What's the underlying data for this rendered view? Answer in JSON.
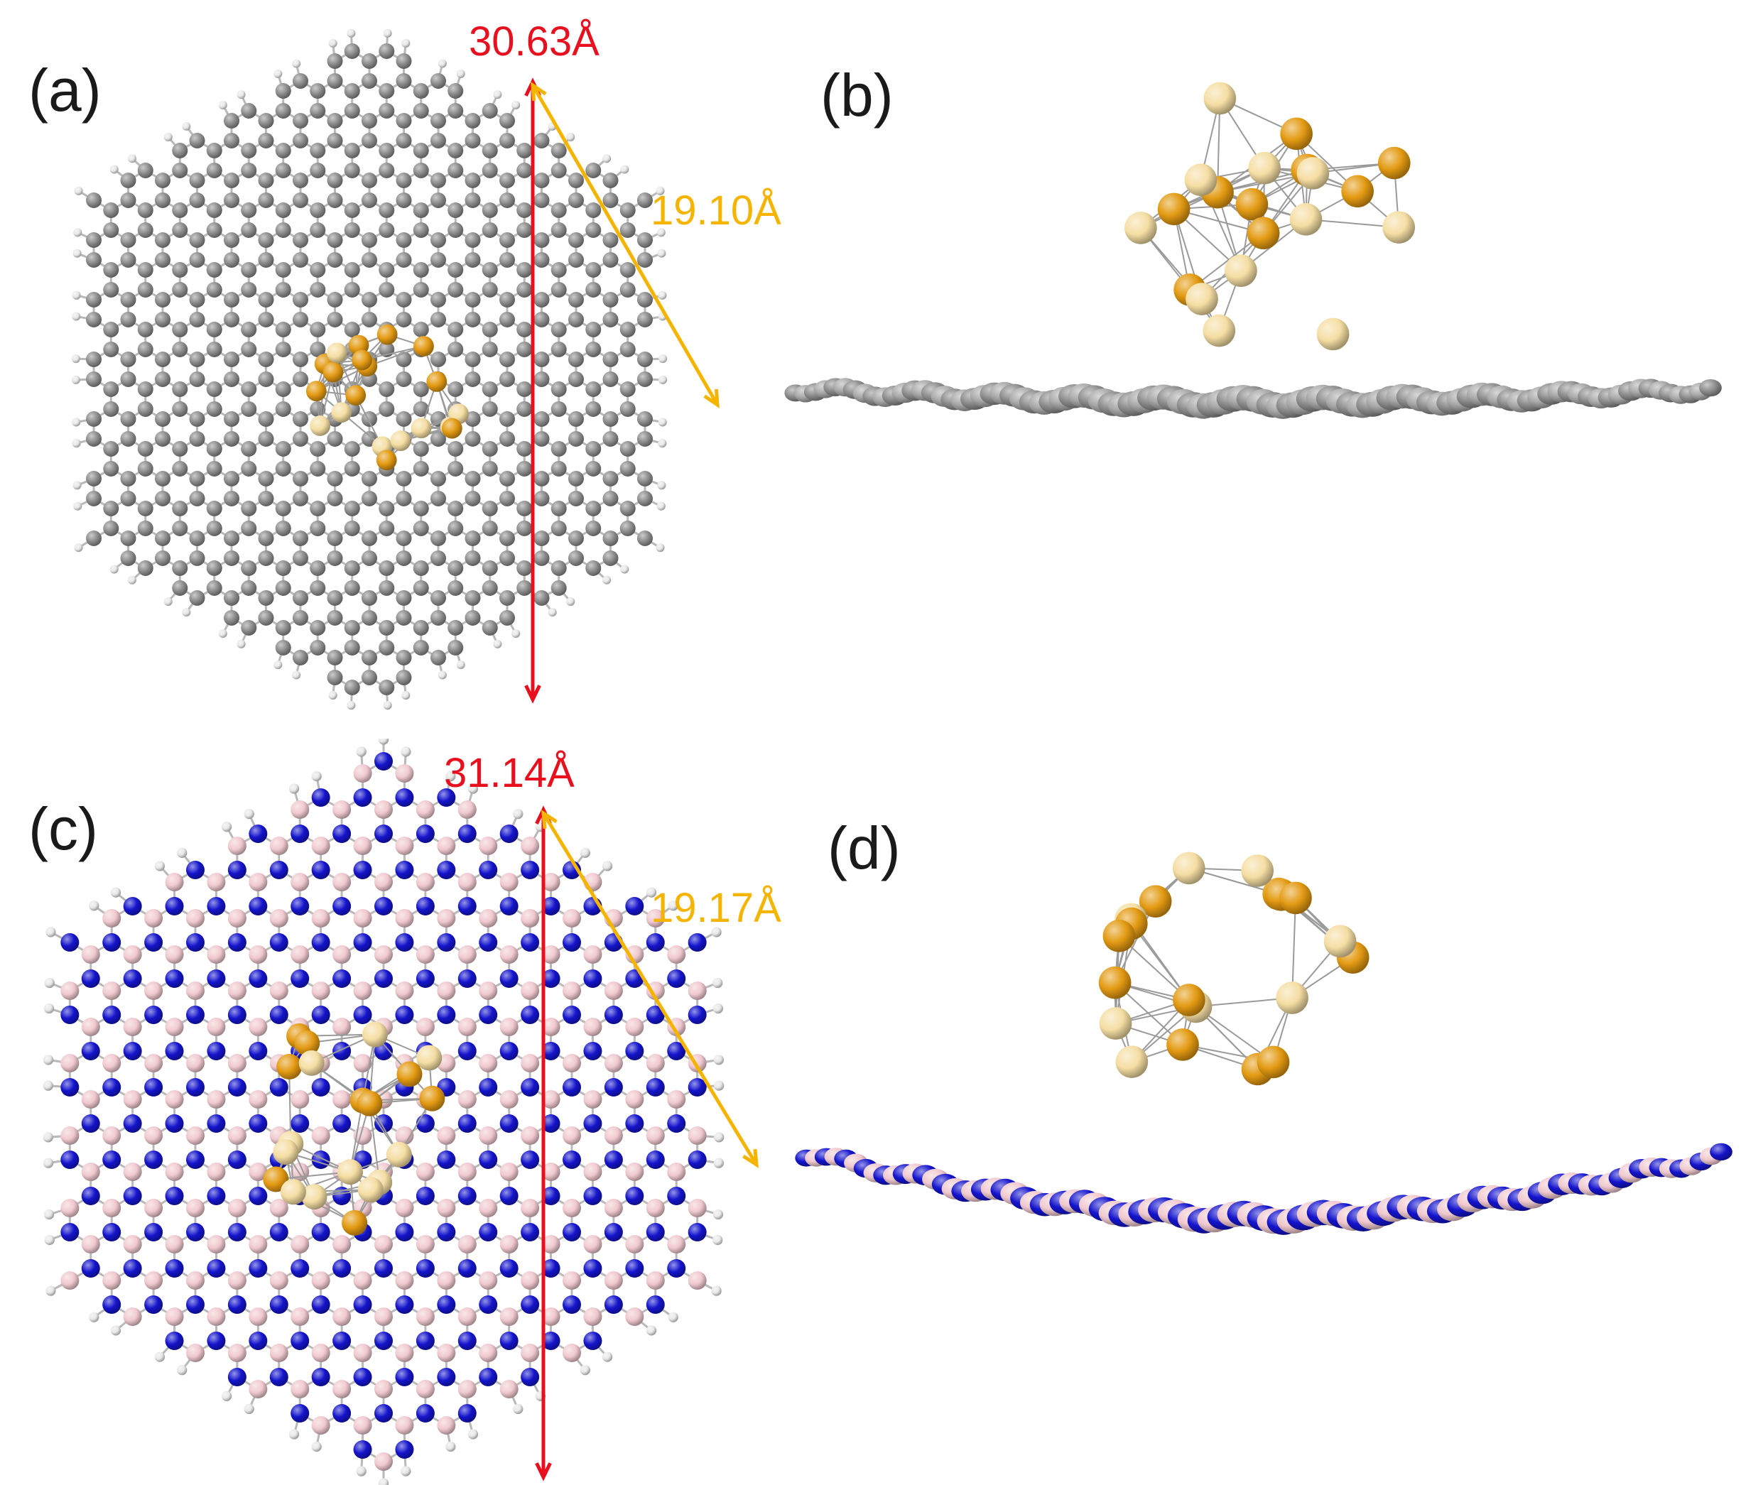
{
  "panels": [
    {
      "label": "(a)",
      "view": "top",
      "sheet": "graphene",
      "long_dim": "30.63Å",
      "edge_dim": "19.10Å"
    },
    {
      "label": "(b)",
      "view": "side",
      "sheet": "graphene"
    },
    {
      "label": "(c)",
      "view": "top",
      "sheet": "h-BN",
      "long_dim": "31.14Å",
      "edge_dim": "19.17Å"
    },
    {
      "label": "(d)",
      "view": "side",
      "sheet": "h-BN"
    }
  ],
  "colors": {
    "carbon": "#8c8c8c",
    "hydrogen": "#e8e8e8",
    "boron": "#f0c9cf",
    "nitrogen": "#1414cc",
    "cluster_dark": "#e39a12",
    "cluster_light": "#f5dea3",
    "long_dim": "#e8101e",
    "edge_dim": "#f5b400"
  }
}
